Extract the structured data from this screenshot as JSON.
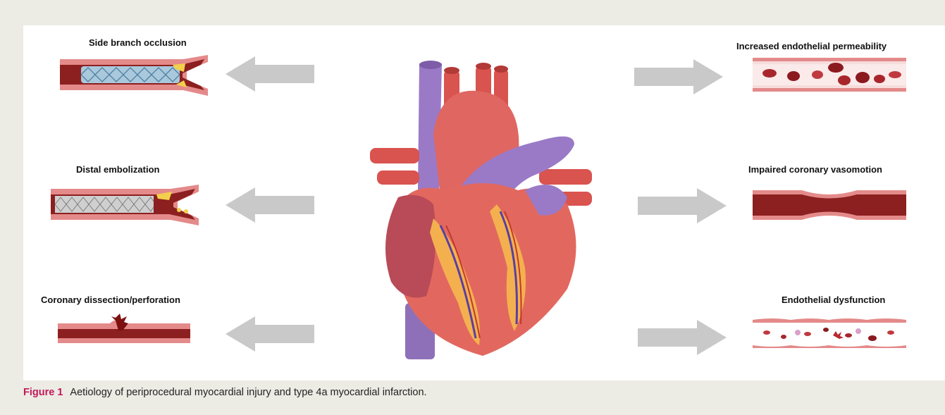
{
  "left_items": [
    {
      "label": "Side branch occlusion"
    },
    {
      "label": "Distal embolization"
    },
    {
      "label": "Coronary dissection/perforation"
    }
  ],
  "right_items": [
    {
      "label": "Increased endothelial permeability"
    },
    {
      "label": "Impaired coronary vasomotion"
    },
    {
      "label": "Endothelial dysfunction"
    }
  ],
  "caption": {
    "figure_label": "Figure 1",
    "text": "Aetiology of periprocedural myocardial injury and type 4a myocardial infarction."
  },
  "colors": {
    "page_background": "#ecebe4",
    "panel": "#ffffff",
    "arrow": "#c9c9c9",
    "vessel_wall": "#e48a8a",
    "vessel_lumen": "#8c1f1f",
    "figure_label": "#c2185b"
  },
  "icons": [
    "heart-illustration",
    "stent-icon",
    "blood-cell-icon"
  ]
}
